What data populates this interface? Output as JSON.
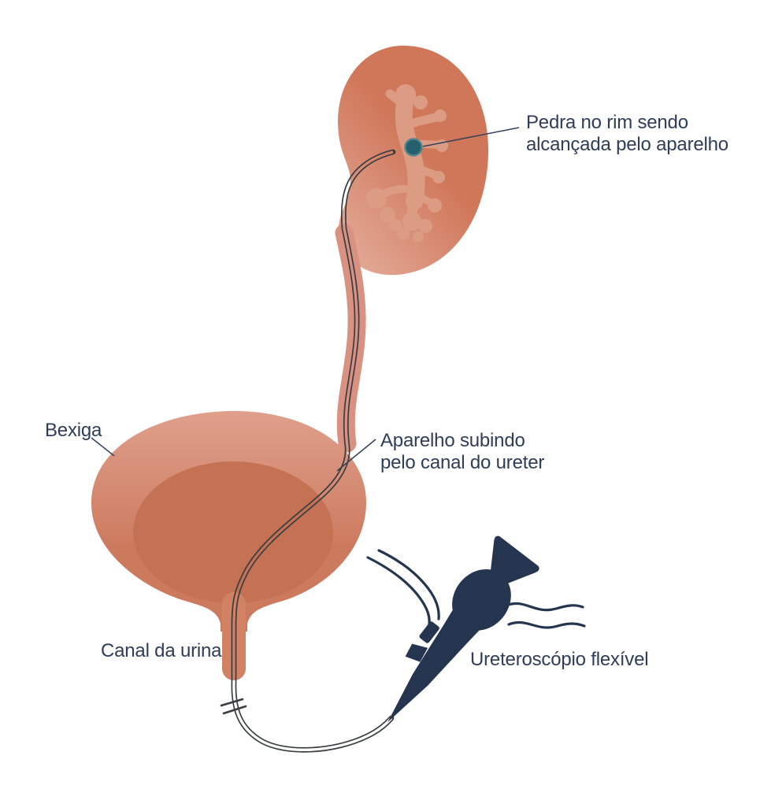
{
  "diagram": {
    "labels": {
      "stone": {
        "line1": "Pedra no rim sendo",
        "line2": "alcançada pelo aparelho"
      },
      "bladder": {
        "text": "Bexiga"
      },
      "ureter": {
        "line1": "Aparelho subindo",
        "line2": "pelo canal do ureter"
      },
      "urethra": {
        "text": "Canal da urina"
      },
      "scope": {
        "text": "Ureteroscópio flexível"
      }
    },
    "colors": {
      "background": "#ffffff",
      "kidney_main": "#d0775a",
      "kidney_light": "#e2a895",
      "pelvis": "#dc9c83",
      "stone_fill": "#265f6d",
      "stone_ring": "#4e858c",
      "ureter": "#d99181",
      "bladder_top": "#dfa08c",
      "bladder_main": "#cc7a5e",
      "bladder_inner": "#c57254",
      "urethra": "#d08263",
      "scope_line": "#3a3d42",
      "device_navy": "#253550",
      "label_text": "#2e3d58",
      "leader_line": "#33415c"
    }
  }
}
